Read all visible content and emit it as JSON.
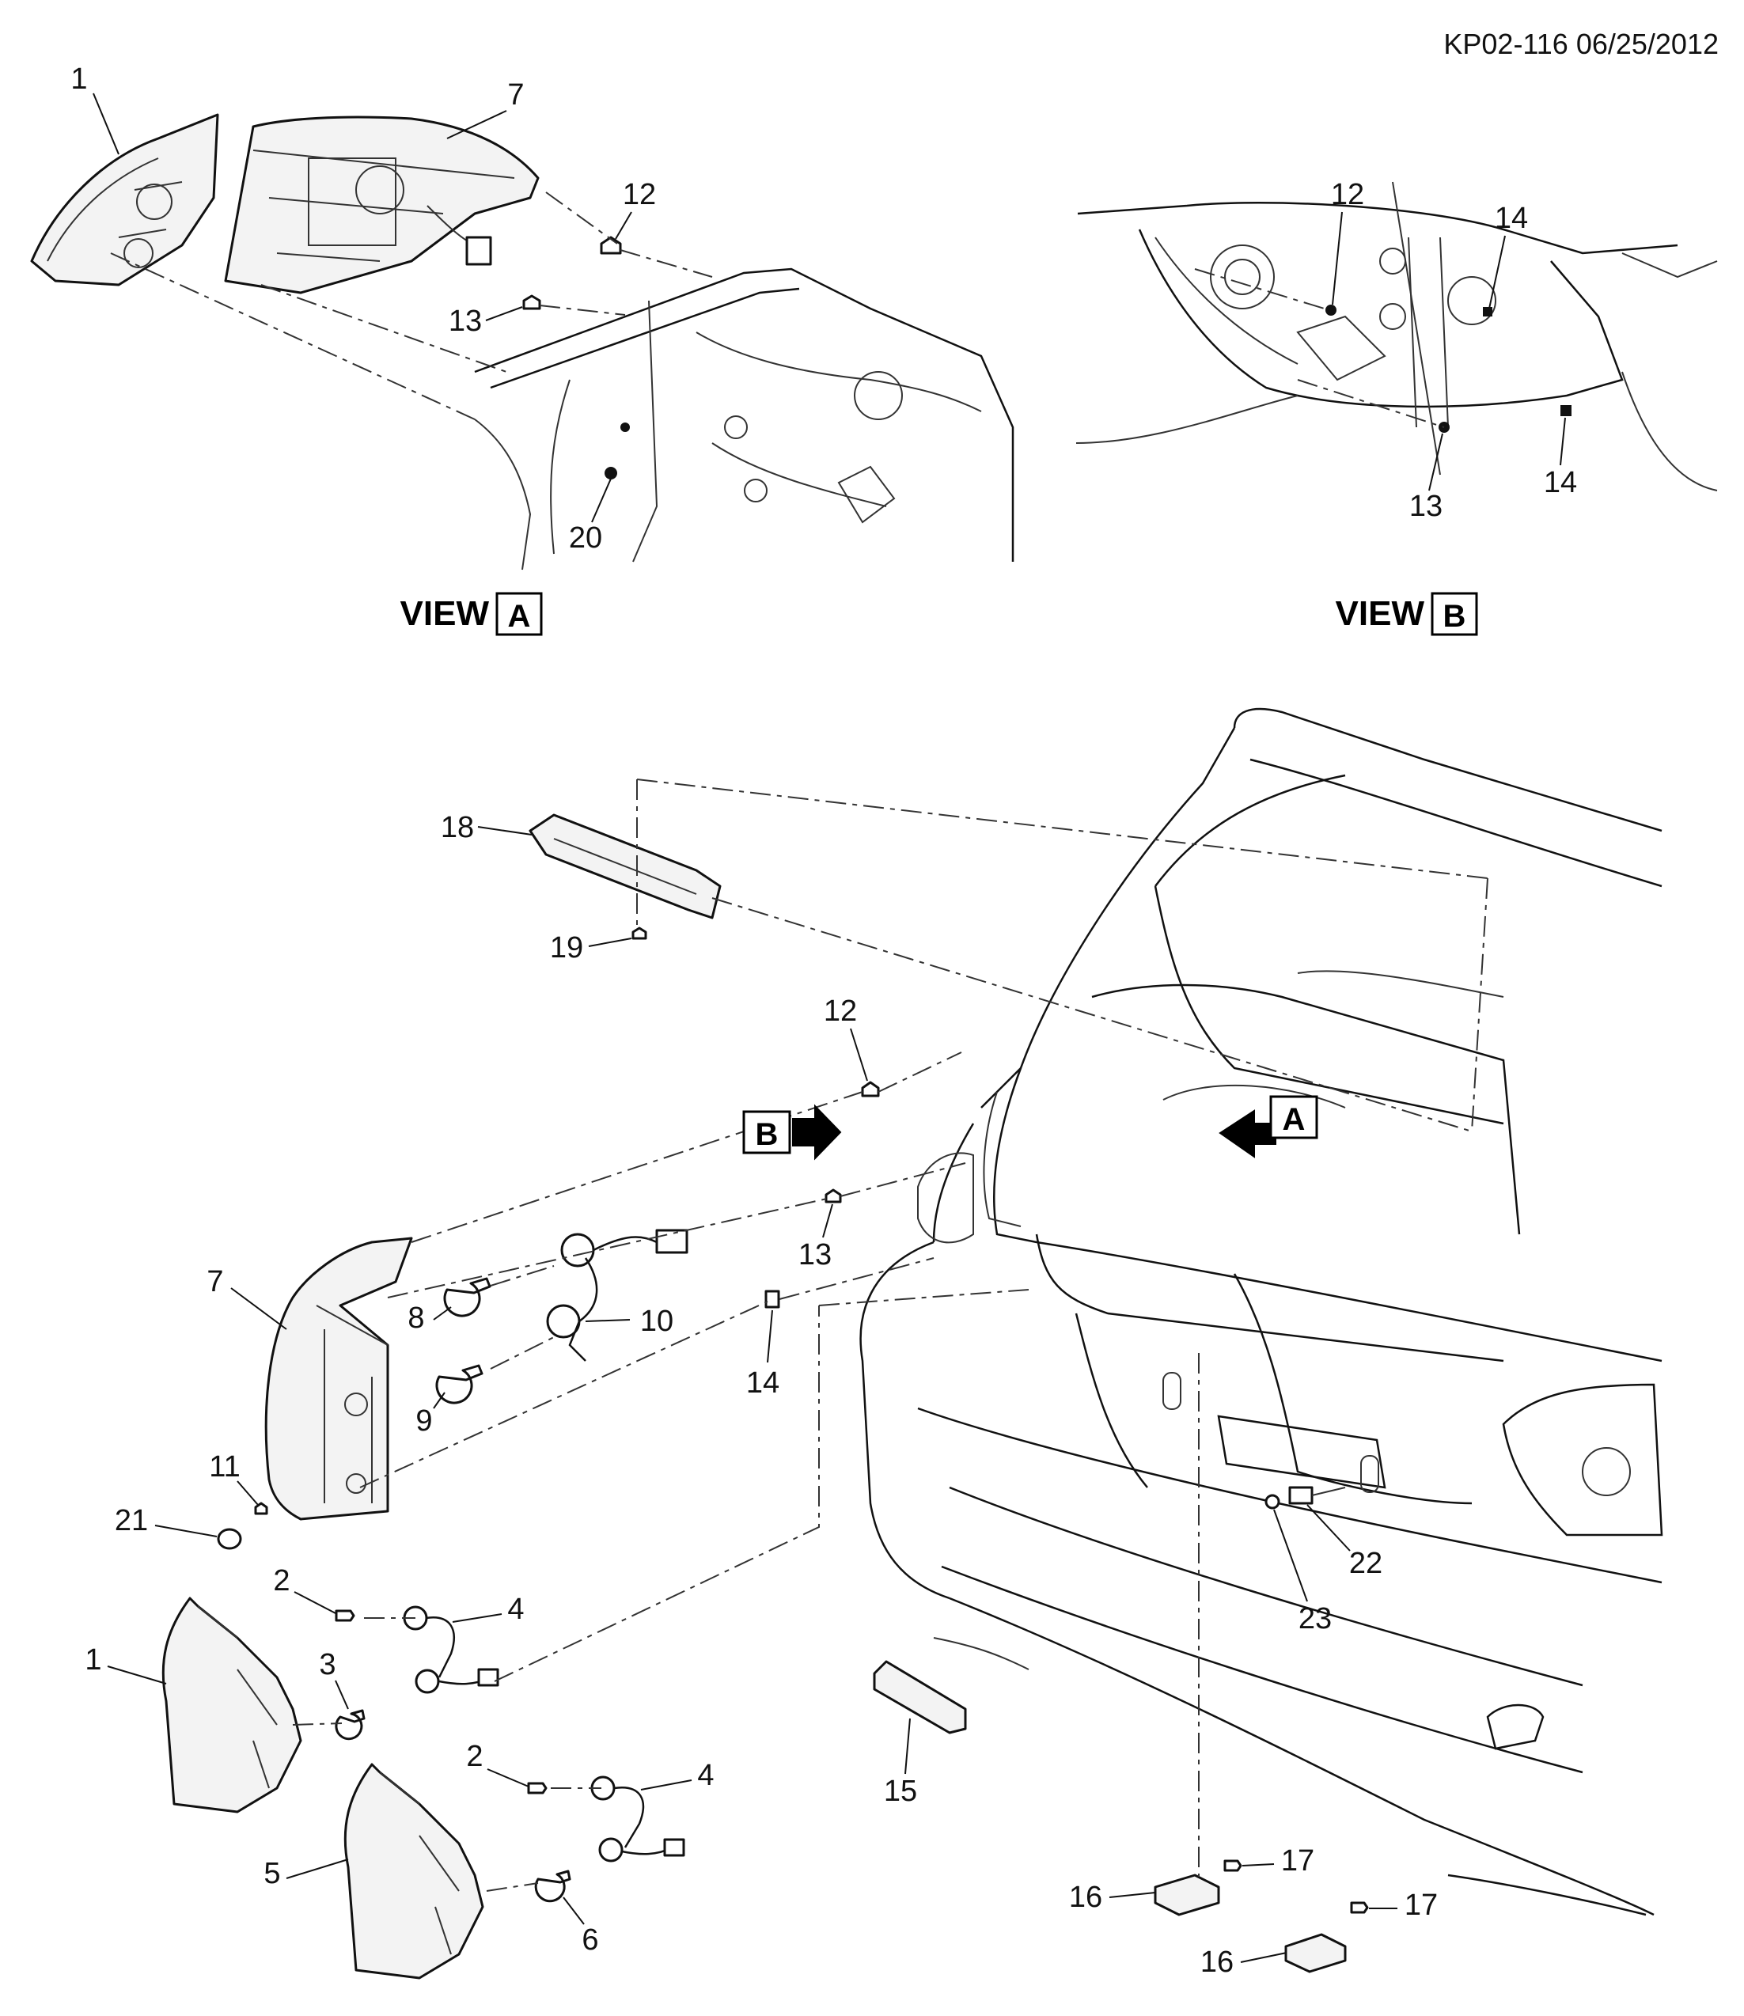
{
  "header": {
    "code": "KP02-116 06/25/2012"
  },
  "views": {
    "a": {
      "word": "VIEW",
      "letter": "A"
    },
    "b": {
      "word": "VIEW",
      "letter": "B"
    }
  },
  "markers": {
    "a": "A",
    "b": "B"
  },
  "labels": {
    "va_1": "1",
    "va_7": "7",
    "va_12": "12",
    "va_13": "13",
    "va_20": "20",
    "vb_12": "12",
    "vb_14a": "14",
    "vb_13": "13",
    "vb_14b": "14",
    "m_18": "18",
    "m_19": "19",
    "m_12": "12",
    "m_13": "13",
    "m_14": "14",
    "m_7": "7",
    "m_8": "8",
    "m_9": "9",
    "m_10": "10",
    "m_11": "11",
    "m_21": "21",
    "m_2a": "2",
    "m_4a": "4",
    "m_1": "1",
    "m_3": "3",
    "m_2b": "2",
    "m_4b": "4",
    "m_5": "5",
    "m_6": "6",
    "m_15": "15",
    "m_16a": "16",
    "m_17a": "17",
    "m_16b": "16",
    "m_17b": "17",
    "m_22": "22",
    "m_23": "23"
  }
}
